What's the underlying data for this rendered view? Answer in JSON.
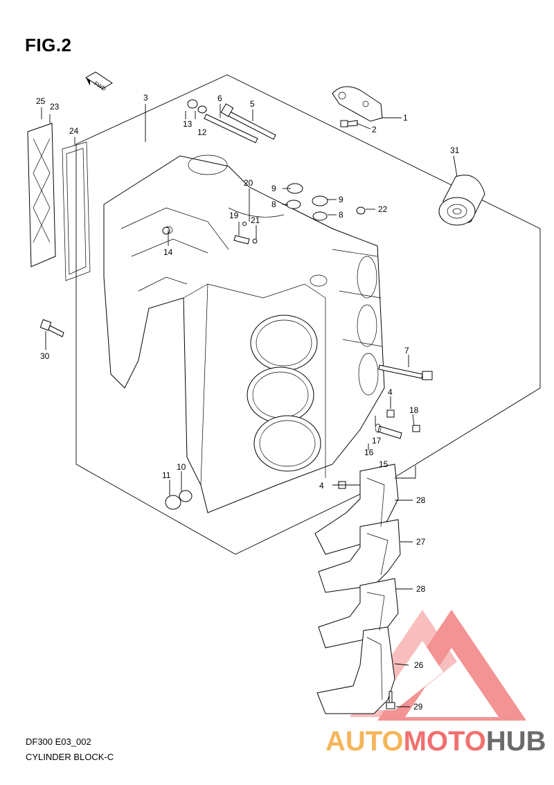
{
  "figure": {
    "title": "FIG.2",
    "direction_marker": "FWD",
    "code": "DF300 E03_002",
    "caption": "CYLINDER BLOCK-C"
  },
  "watermark": {
    "part1": "AUTO",
    "part2": "MOTO",
    "part3": "HUB",
    "colors": {
      "auto": "#f5b55a",
      "moto": "#f07070",
      "hub": "#6b6b6b",
      "logo": "#f07070"
    }
  },
  "callouts": [
    "1",
    "2",
    "3",
    "4",
    "4",
    "5",
    "6",
    "7",
    "8",
    "8",
    "9",
    "9",
    "10",
    "11",
    "12",
    "13",
    "14",
    "15",
    "16",
    "17",
    "18",
    "19",
    "20",
    "21",
    "22",
    "23",
    "24",
    "25",
    "26",
    "27",
    "28",
    "28",
    "29",
    "30",
    "31"
  ]
}
